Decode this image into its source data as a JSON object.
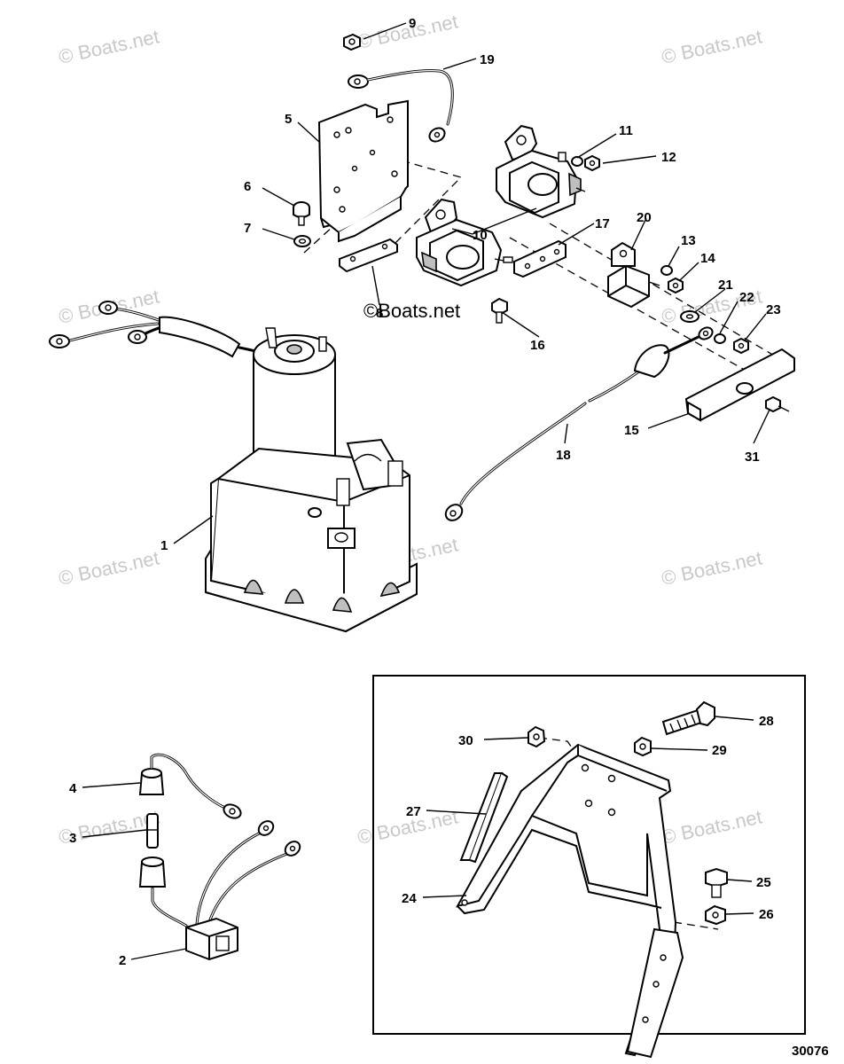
{
  "diagram": {
    "figure_number": "30076",
    "watermark_text": "© Boats.net",
    "watermark_overlay_text": "©Boats.net",
    "callouts": {
      "c1": "1",
      "c2": "2",
      "c3": "3",
      "c4": "4",
      "c5": "5",
      "c6": "6",
      "c7": "7",
      "c8": "8",
      "c9": "9",
      "c10": "10",
      "c11": "11",
      "c12": "12",
      "c13": "13",
      "c14": "14",
      "c15": "15",
      "c16": "16",
      "c17": "17",
      "c18": "18",
      "c19": "19",
      "c20": "20",
      "c21": "21",
      "c22": "22",
      "c23": "23",
      "c24": "24",
      "c25": "25",
      "c26": "26",
      "c27": "27",
      "c28": "28",
      "c29": "29",
      "c30": "30",
      "c31": "31"
    },
    "colors": {
      "line": "#000000",
      "background": "#ffffff",
      "watermark": "#c8c8c8",
      "shade": "#bfbfbf"
    }
  }
}
